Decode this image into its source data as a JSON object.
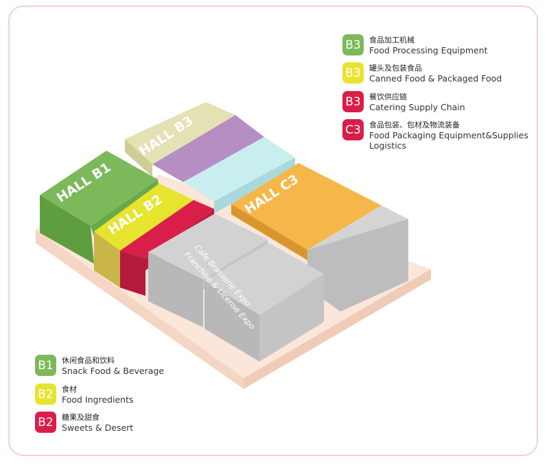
{
  "map": {
    "halls": [
      {
        "id": "b1",
        "label": "HALL B1"
      },
      {
        "id": "b2",
        "label": "HALL B2"
      },
      {
        "id": "b3",
        "label": "HALL B3"
      },
      {
        "id": "c3",
        "label": "HALL C3"
      }
    ],
    "expo_label_1": "Cafe Brasserie Expo",
    "expo_label_2": "Franchise & License Expo"
  },
  "legend_top": [
    {
      "badge": "B3",
      "color": "#7cb95a",
      "cn": "食品加工机械",
      "en": "Food Processing Equipment"
    },
    {
      "badge": "B3",
      "color": "#e7e430",
      "cn": "罐头及包装食品",
      "en": "Canned Food & Packaged Food"
    },
    {
      "badge": "B3",
      "color": "#d81e49",
      "cn": "餐饮供应链",
      "en": "Catering Supply Chain"
    },
    {
      "badge": "C3",
      "color": "#d81e49",
      "cn": "食品包装、包材及物流装备",
      "en": "Food Packaging Equipment&Supplies",
      "en2": "Logistics"
    }
  ],
  "legend_bottom": [
    {
      "badge": "B1",
      "color": "#7cb95a",
      "cn": "休闲食品和饮料",
      "en": "Snack Food & Beverage"
    },
    {
      "badge": "B2",
      "color": "#e7e430",
      "cn": "食材",
      "en": "Food Ingredients"
    },
    {
      "badge": "B2",
      "color": "#d81e49",
      "cn": "糖果及甜食",
      "en": "Sweets & Desert"
    }
  ],
  "colors": {
    "green": "#7cb95a",
    "yellow": "#e7e430",
    "red": "#d81e49",
    "orange": "#f6b74a",
    "purple": "#b58fc3",
    "cyan": "#c9eef0",
    "khaki": "#e4e2b4",
    "gray": "#c9c9c9",
    "base": "#fbe6da"
  }
}
